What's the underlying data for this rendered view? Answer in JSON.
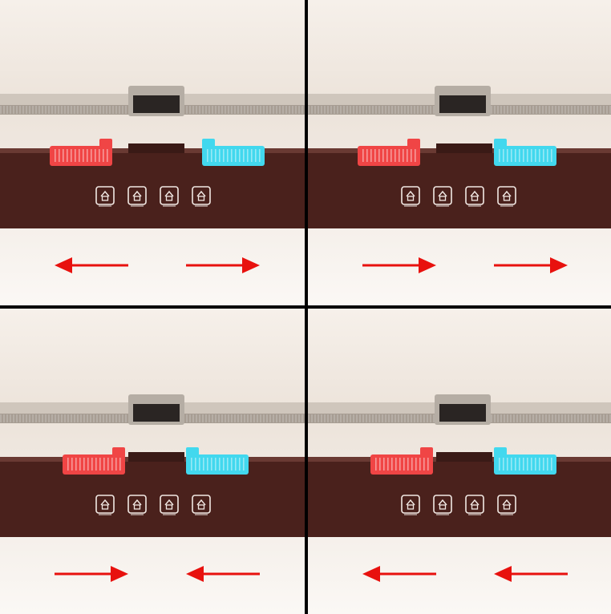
{
  "colors": {
    "background": "#f5efe9",
    "divider": "#000000",
    "bar": "#4a211c",
    "bar_top": "#6a3a33",
    "slider_red": "#f04545",
    "slider_blue": "#42d8ee",
    "arrow": "#e8110e",
    "icon_stroke": "#f2e9e4",
    "rail": "#a79d93",
    "clip": "#7a7067"
  },
  "icons": [
    "home-icon",
    "home-right-icon",
    "home-left-icon",
    "home-both-icon"
  ],
  "panels": [
    {
      "position": "top-left",
      "arrow_left": "left",
      "arrow_right": "right",
      "red_slider": "left",
      "blue_slider": "right"
    },
    {
      "position": "top-right",
      "arrow_left": "right",
      "arrow_right": "right",
      "red_slider": "left",
      "blue_slider": "center"
    },
    {
      "position": "bottom-left",
      "arrow_left": "right",
      "arrow_right": "left",
      "red_slider": "center",
      "blue_slider": "center"
    },
    {
      "position": "bottom-right",
      "arrow_left": "left",
      "arrow_right": "left",
      "red_slider": "center",
      "blue_slider": "center-right"
    }
  ]
}
